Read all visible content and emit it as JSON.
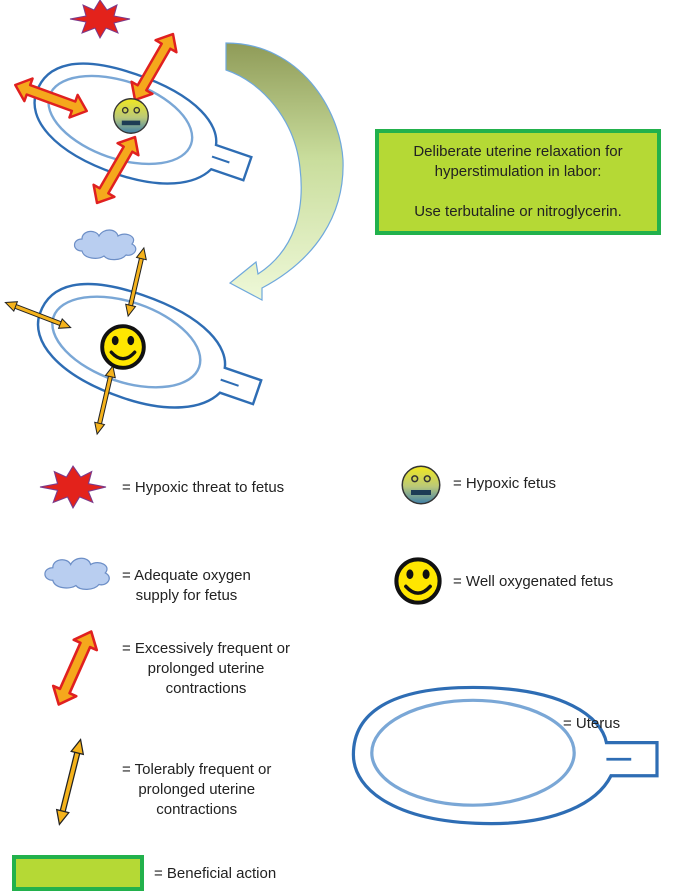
{
  "action_box": {
    "line1": "Deliberate uterine relaxation for",
    "line2": "hyperstimulation in labor:",
    "line3": "Use terbutaline or nitroglycerin.",
    "fill": "#b5d935",
    "border": "#22b14c"
  },
  "legend": {
    "hypoxic_threat": "= Hypoxic threat to fetus",
    "adequate_oxygen_1": "= Adequate oxygen",
    "adequate_oxygen_2": "supply for fetus",
    "excessive_1": "= Excessively frequent or",
    "excessive_2": "prolonged uterine",
    "excessive_3": "contractions",
    "tolerable_1": "= Tolerably frequent or",
    "tolerable_2": "prolonged uterine",
    "tolerable_3": "contractions",
    "beneficial": "= Beneficial action",
    "hypoxic_fetus": "= Hypoxic fetus",
    "well_oxygenated": "= Well oxygenated fetus",
    "uterus": "= Uterus"
  },
  "colors": {
    "uterus_outer": "#2e6db4",
    "uterus_inner": "#7aa7d6",
    "starburst": "#e3221b",
    "cloud_fill": "#b9cef0",
    "excessive_arrow": "#f5a81c",
    "excessive_arrow_outline": "#e02020",
    "tolerable_arrow": "#f5b31c",
    "smiley": "#ffe600",
    "curved_arrow_start": "#93a05a",
    "curved_arrow_end": "#e8f5c8"
  },
  "icons": [
    "starburst-icon",
    "cloud-icon",
    "double-arrow-icon",
    "smiley-icon",
    "hypoxic-face-icon",
    "uterus-icon"
  ]
}
